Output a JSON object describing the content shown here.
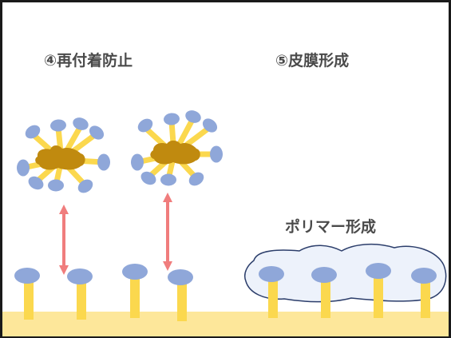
{
  "titles": {
    "step4": "④再付着防止",
    "step5": "⑤皮膜形成"
  },
  "labels": {
    "polymer": "ポリマー形成"
  },
  "colors": {
    "border": "#1a1a1a",
    "substrate": "#fde79a",
    "stem": "#fbd84e",
    "head": "#8fa7d9",
    "dirt": "#c08a0f",
    "arrow": "#f07d7d",
    "polymer_fill": "#edf2fb",
    "polymer_stroke": "#2c3e6b",
    "text": "#4a4a4a"
  }
}
